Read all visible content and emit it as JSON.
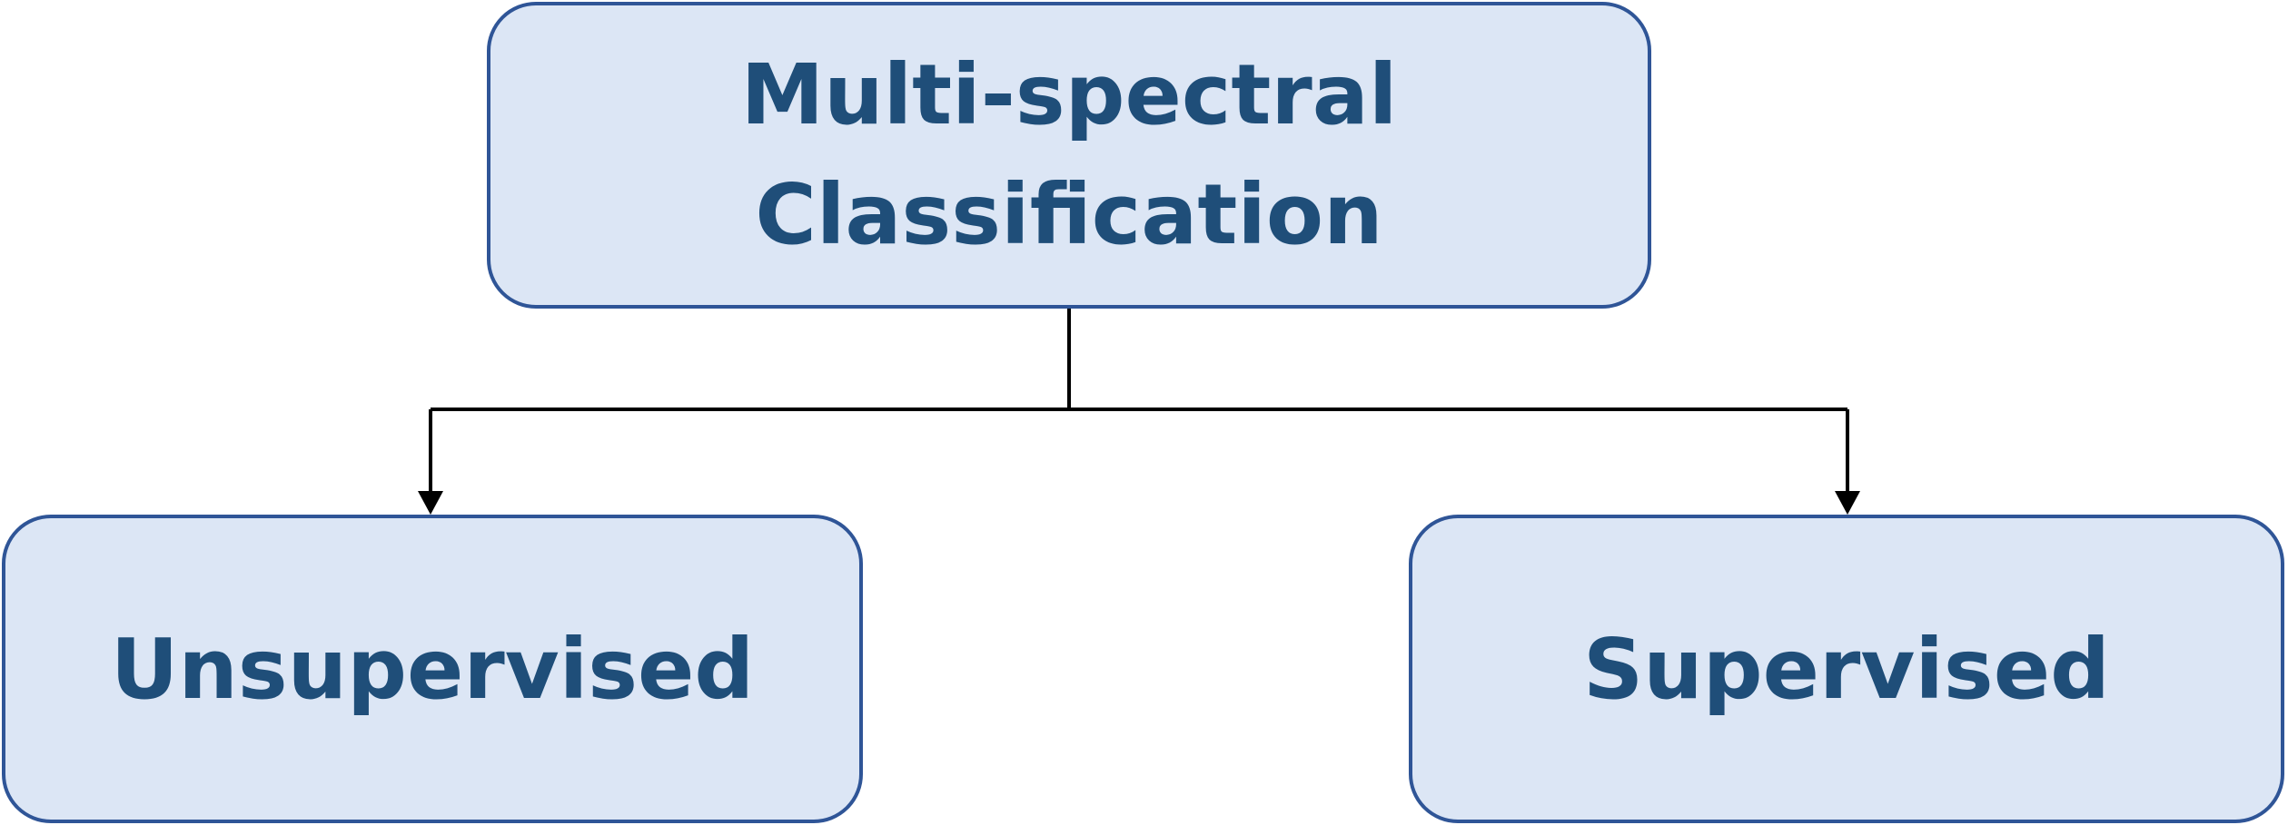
{
  "diagram": {
    "root": {
      "line1": "Multi-spectral",
      "line2": "Classification"
    },
    "children": [
      {
        "label": "Unsupervised"
      },
      {
        "label": "Supervised"
      }
    ]
  },
  "colors": {
    "box_fill": "#dce6f5",
    "box_border": "#2f5597",
    "text": "#1f4e79",
    "connector": "#000000"
  }
}
